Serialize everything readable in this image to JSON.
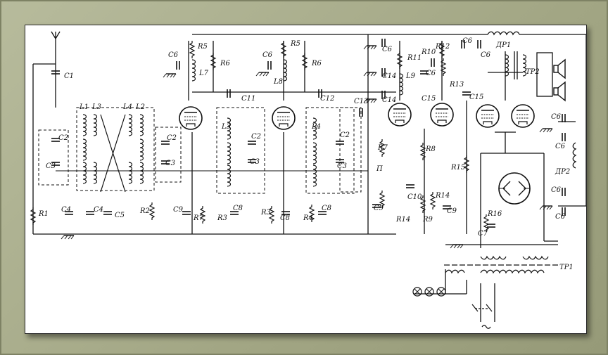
{
  "labels": {
    "C1": "C1",
    "L1": "L1",
    "L3": "L3",
    "L4": "L4",
    "L2": "L2",
    "C2": "C2",
    "C3": "C3",
    "C4": "C4",
    "C5": "C5",
    "R1": "R1",
    "R2": "R2",
    "R3": "R3",
    "R4": "R4",
    "R5": "R5",
    "R6": "R6",
    "R7": "R7",
    "R8": "R8",
    "R9": "R9",
    "R10": "R10",
    "R11": "R11",
    "R12": "R12",
    "R13": "R13",
    "R14": "R14",
    "R15": "R15",
    "R16": "R16",
    "C6": "C6",
    "C7": "C7",
    "C8": "C8",
    "C9": "C9",
    "C10": "C10",
    "C11": "C11",
    "C12": "C12",
    "C13": "C13",
    "C14": "C14",
    "C15": "C15",
    "L7": "L7",
    "L8": "L8",
    "L9": "L9",
    "DR1": "ДР1",
    "DR2": "ДР2",
    "TR1": "ТР1",
    "TR2": "ТР2",
    "P": "П"
  }
}
